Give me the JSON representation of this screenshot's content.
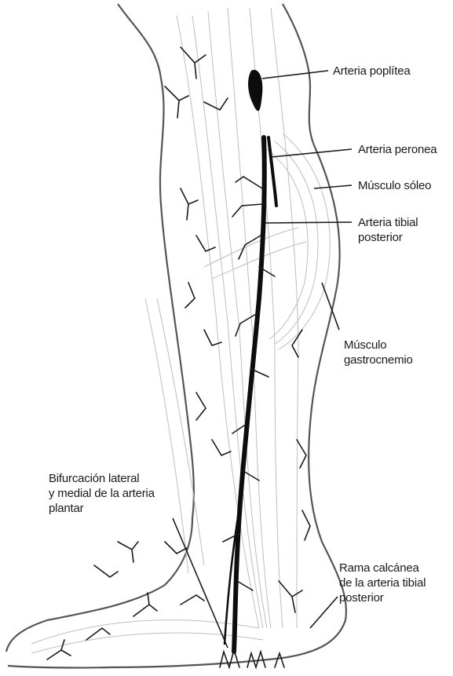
{
  "labels": {
    "arteria_poplitea": "Arteria poplítea",
    "arteria_peronea": "Arteria peronea",
    "musculo_soleo": "Músculo sóleo",
    "arteria_tibial_posterior": {
      "line1": "Arteria tibial",
      "line2": "posterior"
    },
    "musculo_gastrocnemio": {
      "line1": "Músculo",
      "line2": "gastrocnemio"
    },
    "bifurcacion": {
      "line1": "Bifurcación lateral",
      "line2": "y medial de la arteria",
      "line3": "plantar"
    },
    "rama_calcanea": {
      "line1": "Rama calcánea",
      "line2": "de la arteria tibial",
      "line3": "posterior"
    }
  },
  "colors": {
    "ink": "#1a1a1a",
    "artery": "#0d0d0d",
    "muscle_shade": "#bdbdbd",
    "outline": "#555555",
    "background": "#ffffff"
  }
}
